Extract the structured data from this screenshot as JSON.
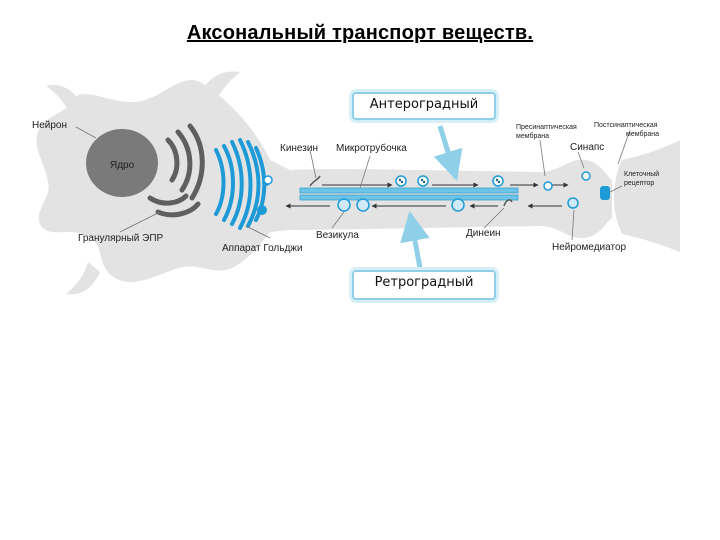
{
  "title": "Аксональный транспорт веществ.",
  "diagram": {
    "labels": {
      "neuron": "Нейрон",
      "nucleus": "Ядро",
      "rough_er": "Гранулярный ЭПР",
      "golgi": "Аппарат Гольджи",
      "kinesin": "Кинезин",
      "microtubule": "Микротрубочка",
      "vesicle": "Везикула",
      "dynein": "Динеин",
      "presynaptic_line1": "Пресинаптическая",
      "presynaptic_line2": "мембрана",
      "postsynaptic_line1": "Постсинаптическая",
      "postsynaptic_line2": "мембрана",
      "synapse": "Синапс",
      "receptor_line1": "Клеточный",
      "receptor_line2": "рецептор",
      "neurotransmitter": "Нейромедиатор"
    },
    "callouts": {
      "anterograde": "Антероградный",
      "retrograde": "Ретроградный"
    }
  },
  "colors": {
    "cell_body": "#e3e3e3",
    "nucleus": "#7a7a7a",
    "er": "#5f5f5f",
    "golgi_blue": "#1e9bd7",
    "microtubule": "#6ec4e8",
    "callout_border": "#8fd0e8"
  }
}
